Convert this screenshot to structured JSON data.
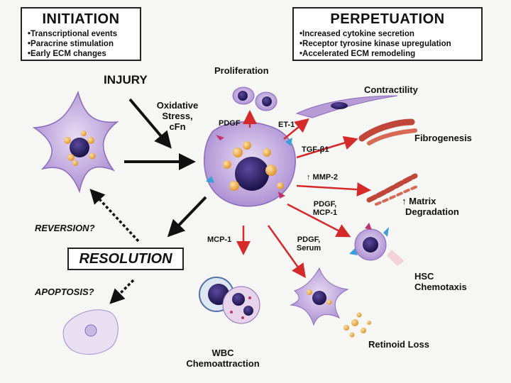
{
  "initiation": {
    "title": "INITIATION",
    "items": [
      "Transcriptional events",
      "Paracrine stimulation",
      "Early ECM changes"
    ]
  },
  "perpetuation": {
    "title": "PERPETUATION",
    "items": [
      "Increased cytokine secretion",
      "Receptor tyrosine kinase upregulation",
      "Accelerated ECM remodeling"
    ]
  },
  "labels": {
    "injury": "INJURY",
    "oxidative_1": "Oxidative",
    "oxidative_2": "Stress,",
    "oxidative_3": "cFn",
    "proliferation": "Proliferation",
    "pdgf_top": "PDGF",
    "contractility": "Contractility",
    "et1": "ET-1",
    "tgf": "TGF-β1",
    "fibrogenesis": "Fibrogenesis",
    "mmp2": "↑ MMP-2",
    "matrix_1": "↑  Matrix",
    "matrix_2": "Degradation",
    "pdgf_mcp_1": "PDGF,",
    "pdgf_mcp_2": "MCP-1",
    "mcp1": "MCP-1",
    "pdgf_serum_1": "PDGF,",
    "pdgf_serum_2": "Serum",
    "hsc_1": "HSC",
    "hsc_2": "Chemotaxis",
    "retinoid": "Retinoid Loss",
    "wbc_1": "WBC",
    "wbc_2": "Chemoattraction",
    "reversion": "REVERSION?",
    "resolution": "RESOLUTION",
    "apoptosis": "APOPTOSIS?"
  },
  "colors": {
    "arrow_red": "#d42a2a",
    "arrow_black": "#111111",
    "cell_purple": "#b99ad9",
    "nucleus": "#2a1c5c",
    "droplet": "#f0b24a",
    "fiber_red": "#c0463a"
  }
}
